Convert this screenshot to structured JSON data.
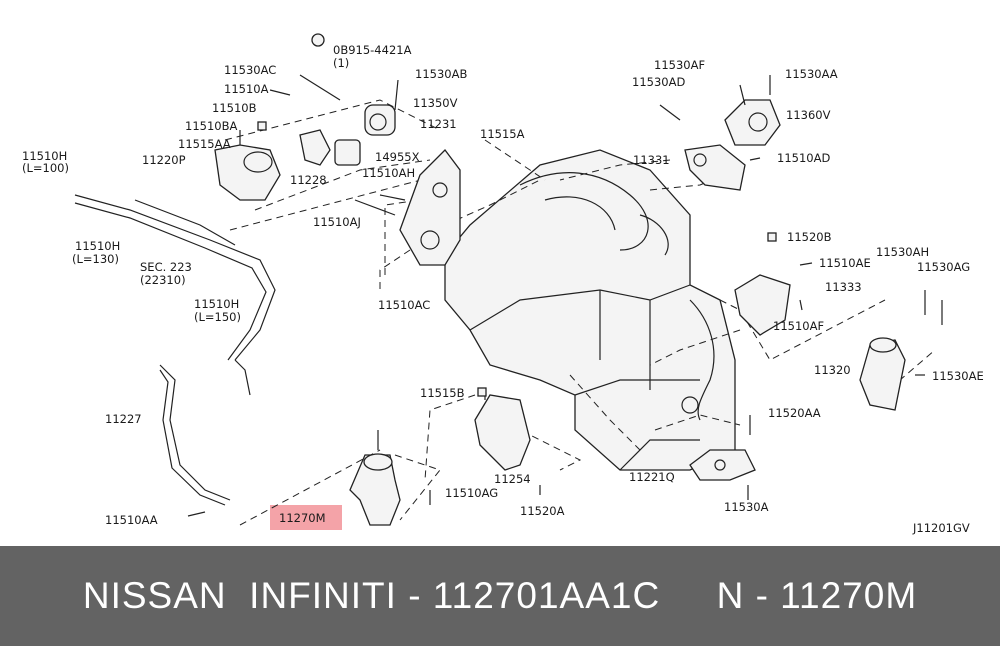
{
  "diagram": {
    "ref_code": "J11201GV",
    "highlighted_part": "11270M",
    "highlight_color": "#f4a3a8",
    "labels": {
      "l_08915": "0B915-4421A",
      "l_08915_qty": "(1)",
      "l_11530AC": "11530AC",
      "l_11530AB": "11530AB",
      "l_11510A": "11510A",
      "l_11350V": "11350V",
      "l_11510B": "11510B",
      "l_11510BA": "11510BA",
      "l_11231": "11231",
      "l_11515A": "11515A",
      "l_11515AA": "11515AA",
      "l_11220P": "11220P",
      "l_14955X": "14955X",
      "l_11510H_top": "11510H",
      "l_11510H_top_len": "(L=100)",
      "l_11228": "11228",
      "l_11510AH": "11510AH",
      "l_11510AJ": "11510AJ",
      "l_11510H_mid": "11510H",
      "l_11510H_mid_len": "(L=130)",
      "l_sec223": "SEC. 223",
      "l_sec223_sub": "(22310)",
      "l_11510AC": "11510AC",
      "l_11510H_low": "11510H",
      "l_11510H_low_len": "(L=150)",
      "l_11227": "11227",
      "l_11510AA": "11510AA",
      "l_11515B": "11515B",
      "l_11254": "11254",
      "l_11510AG": "11510AG",
      "l_11520A": "11520A",
      "l_11270M": "11270M",
      "l_11530AF": "11530AF",
      "l_11530AD": "11530AD",
      "l_11530AA": "11530AA",
      "l_11360V": "11360V",
      "l_11331": "11331",
      "l_11510AD": "11510AD",
      "l_11520B": "11520B",
      "l_11510AE": "11510AE",
      "l_11333": "11333",
      "l_11510AF": "11510AF",
      "l_11530AH": "11530AH",
      "l_11530AG": "11530AG",
      "l_11320": "11320",
      "l_11530AE": "11530AE",
      "l_11520AA": "11520AA",
      "l_11221Q": "11221Q",
      "l_11530A": "11530A"
    }
  },
  "footer": {
    "text": "NISSAN  INFINITI - 112701AA1C     N - 11270M"
  }
}
